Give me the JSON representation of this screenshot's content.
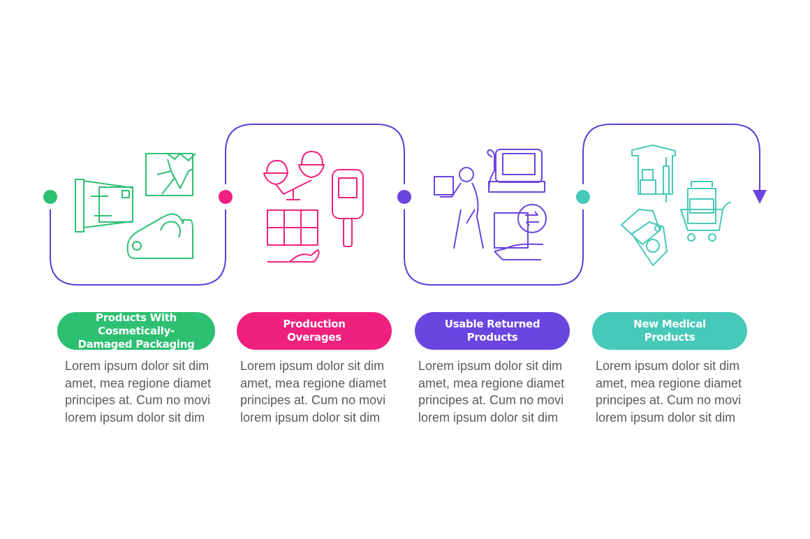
{
  "colors": {
    "line": "#5b3fd6",
    "step1": "#2dbf72",
    "step2": "#f0217e",
    "step3": "#6a45e0",
    "step4": "#47c9b9",
    "text": "#5a5a5a"
  },
  "steps": [
    {
      "title": "Products With Cosmetically-\nDamaged Packaging",
      "icon": "damaged-packaging-icon",
      "desc": [
        "Lorem ipsum dolor sit dim",
        "amet, mea regione diamet",
        "principes at. Cum no movi",
        "lorem ipsum dolor sit dim"
      ]
    },
    {
      "title": "Production\nOverages",
      "icon": "production-overages-icon",
      "desc": [
        "Lorem ipsum dolor sit dim",
        "amet, mea regione diamet",
        "principes at. Cum no movi",
        "lorem ipsum dolor sit dim"
      ]
    },
    {
      "title": "Usable Returned\nProducts",
      "icon": "returned-products-icon",
      "desc": [
        "Lorem ipsum dolor sit dim",
        "amet, mea regione diamet",
        "principes at. Cum no movi",
        "lorem ipsum dolor sit dim"
      ]
    },
    {
      "title": "New Medical\nProducts",
      "icon": "medical-products-icon",
      "desc": [
        "Lorem ipsum dolor sit dim",
        "amet, mea regione diamet",
        "principes at. Cum no movi",
        "lorem ipsum dolor sit dim"
      ]
    }
  ]
}
